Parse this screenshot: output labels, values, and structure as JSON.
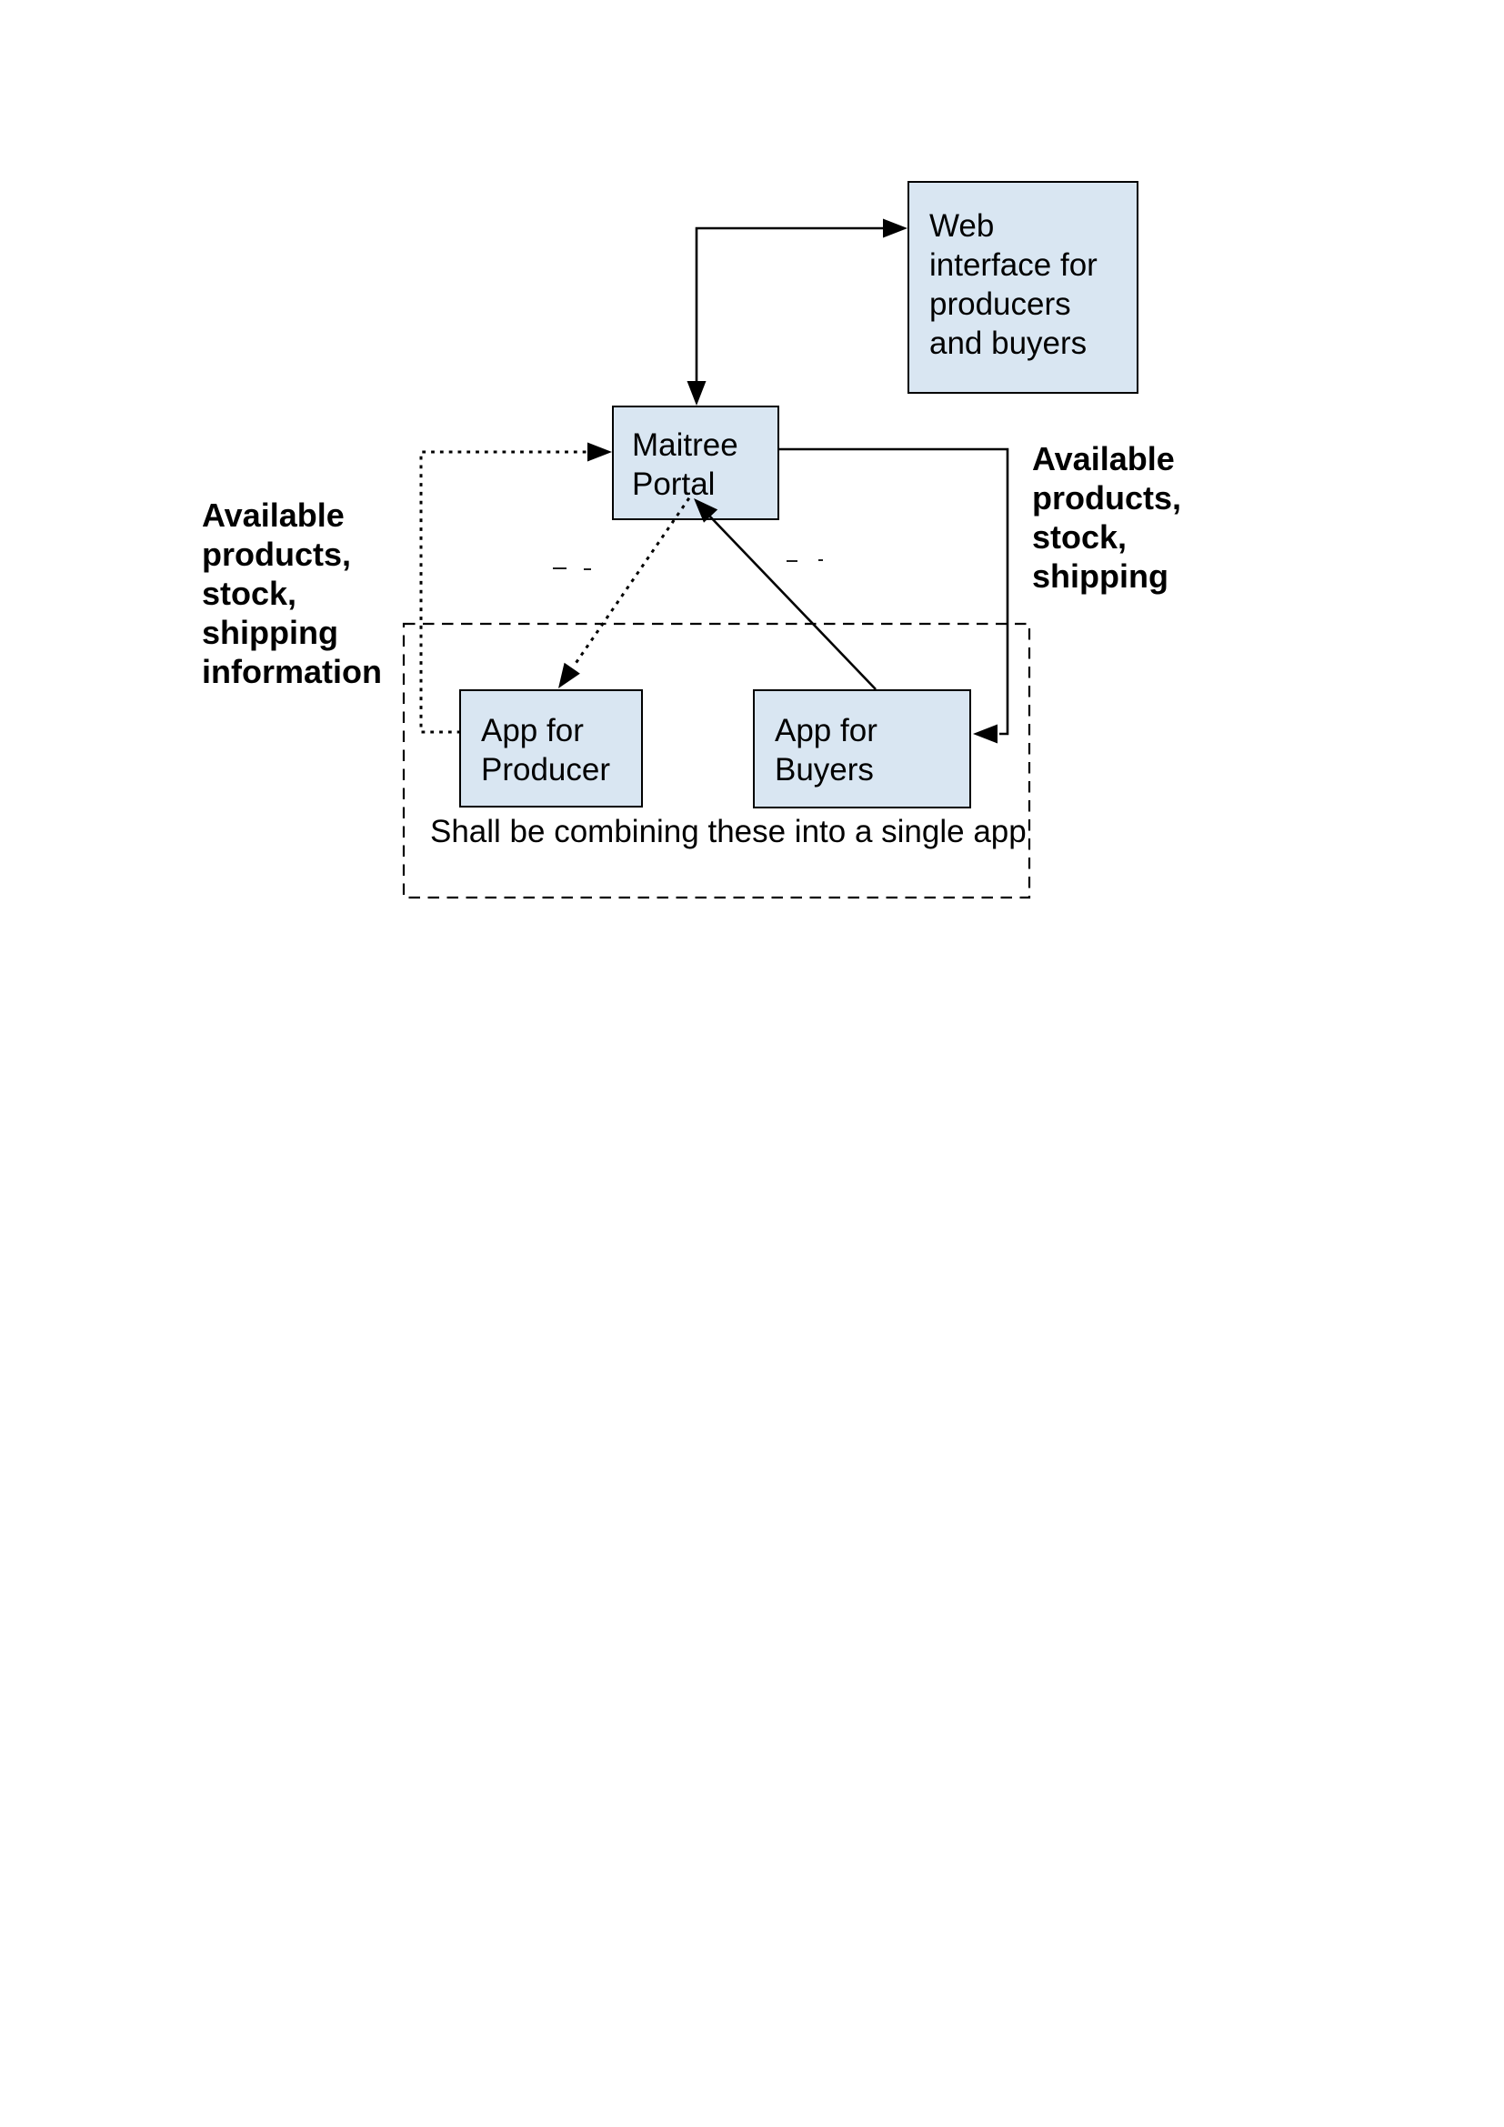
{
  "diagram": {
    "boxes": {
      "web_interface": {
        "label": "Web\ninterface for\nproducers\nand buyers"
      },
      "maitree_portal": {
        "label": "Maitree\nPortal"
      },
      "app_producer": {
        "label": "App for\nProducer"
      },
      "app_buyers": {
        "label": "App for\nBuyers"
      }
    },
    "labels": {
      "left_note": "Available\nproducts,\nstock,\nshipping\ninformation",
      "right_note": "Available\nproducts,\nstock,\nshipping",
      "group_caption": "Shall be combining these into a single app"
    },
    "colors": {
      "box_fill": "#d9e6f2",
      "box_border": "#000000",
      "line": "#000000",
      "arrowhead": "#000000",
      "fragment": "#1f1f1f",
      "page_background": "#ffffff"
    }
  }
}
